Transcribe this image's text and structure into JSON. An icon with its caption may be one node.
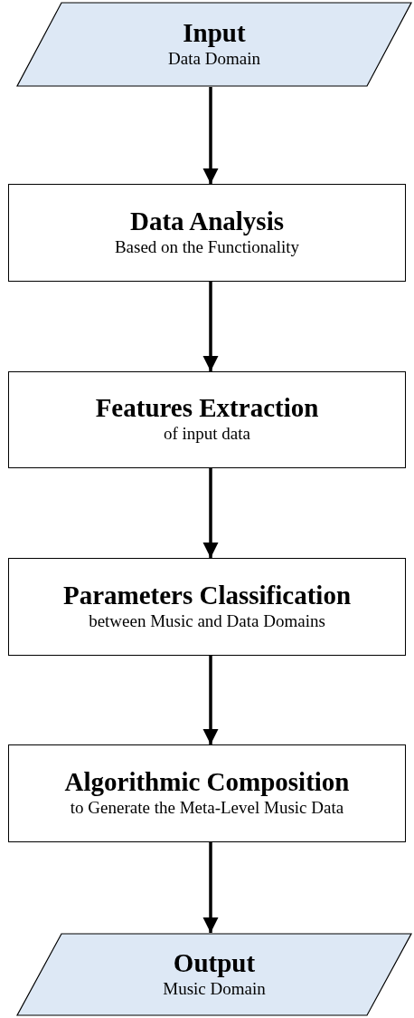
{
  "diagram": {
    "nodes": [
      {
        "text": [
          "Input",
          "Data Domain"
        ]
      },
      {
        "text": [
          "Data Analysis",
          "Based on the Functionality"
        ]
      },
      {
        "text": [
          "Features Extraction",
          "of input data"
        ]
      },
      {
        "text": [
          "Parameters Classification",
          "between Music and Data Domains"
        ]
      },
      {
        "text": [
          "Algorithmic Composition",
          "to Generate the Meta-Level Music Data"
        ]
      },
      {
        "text": [
          "Output",
          "Music Domain"
        ]
      }
    ],
    "edges": [
      {
        "from": 0,
        "to": 1,
        "arrow": "to"
      },
      {
        "from": 1,
        "to": 2,
        "arrow": "to"
      },
      {
        "from": 2,
        "to": 3,
        "arrow": "to"
      },
      {
        "from": 3,
        "to": 4,
        "arrow": "to"
      },
      {
        "from": 4,
        "to": 5,
        "arrow": "to"
      }
    ]
  }
}
